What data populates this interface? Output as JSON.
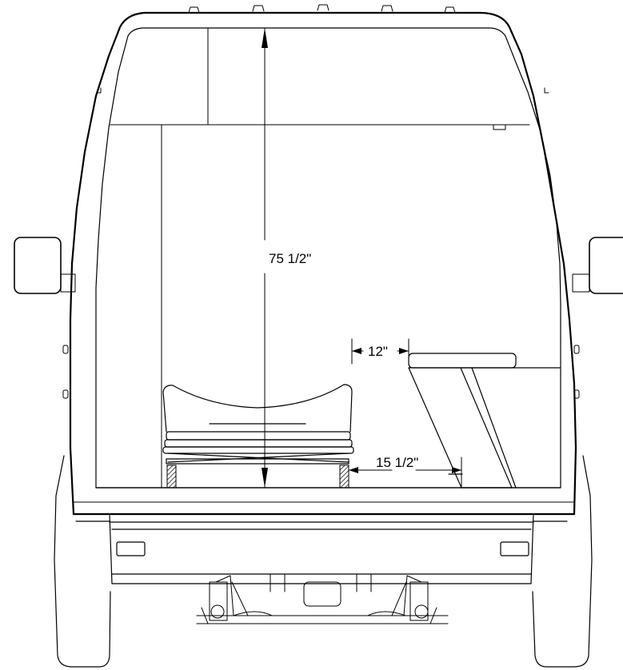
{
  "dimensions": {
    "height_label": "75 1/2\"",
    "aisle_top_label": "12\"",
    "aisle_floor_label": "15 1/2\""
  },
  "colors": {
    "line": "#000000",
    "background": "#ffffff",
    "hatch": "#000000"
  }
}
